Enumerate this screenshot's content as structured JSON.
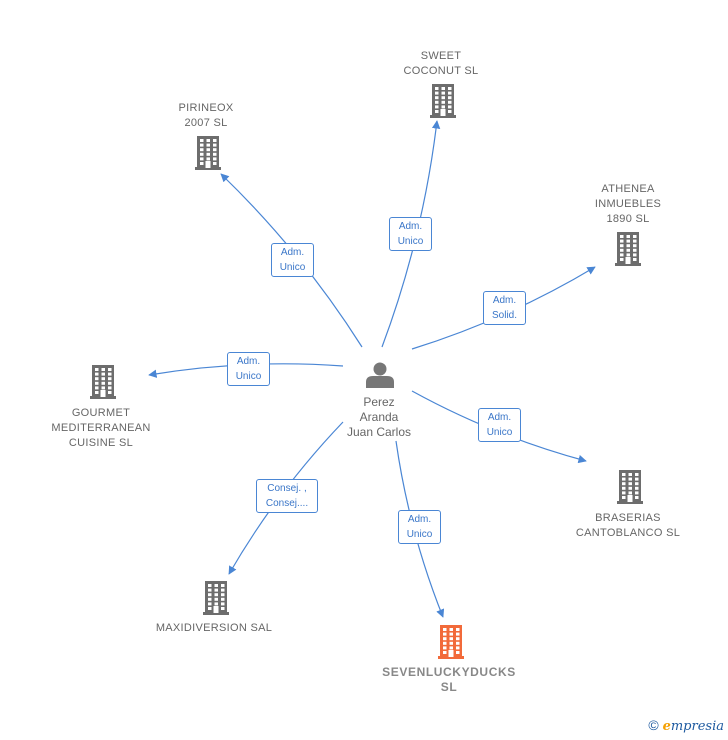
{
  "center": {
    "name": "Perez\nAranda\nJuan Carlos",
    "icon": "person-icon"
  },
  "companies": [
    {
      "id": "sweet",
      "name": "SWEET\nCOCONUT SL",
      "icon": "building-icon",
      "color": "#6d6d6d",
      "highlight": false
    },
    {
      "id": "pirineox",
      "name": "PIRINEOX\n2007 SL",
      "icon": "building-icon",
      "color": "#6d6d6d",
      "highlight": false
    },
    {
      "id": "athenea",
      "name": "ATHENEA\nINMUEBLES\n1890 SL",
      "icon": "building-icon",
      "color": "#6d6d6d",
      "highlight": false
    },
    {
      "id": "gourmet",
      "name": "GOURMET\nMEDITERRANEAN\nCUISINE  SL",
      "icon": "building-icon",
      "color": "#6d6d6d",
      "highlight": false
    },
    {
      "id": "braserias",
      "name": "BRASERIAS\nCANTOBLANCO SL",
      "icon": "building-icon",
      "color": "#6d6d6d",
      "highlight": false
    },
    {
      "id": "maxidiversion",
      "name": "MAXIDIVERSION SAL",
      "icon": "building-icon",
      "color": "#6d6d6d",
      "highlight": false
    },
    {
      "id": "sevenlucky",
      "name": "SEVENLUCKYDUCKS\nSL",
      "icon": "building-icon",
      "color": "#f26a3a",
      "highlight": true
    }
  ],
  "relations": [
    {
      "target": "sweet",
      "label": "Adm.\nUnico"
    },
    {
      "target": "pirineox",
      "label": "Adm.\nUnico"
    },
    {
      "target": "athenea",
      "label": "Adm.\nSolid."
    },
    {
      "target": "gourmet",
      "label": "Adm.\nUnico"
    },
    {
      "target": "braserias",
      "label": "Adm.\nUnico"
    },
    {
      "target": "maxidiversion",
      "label": "Consej. ,\nConsej...."
    },
    {
      "target": "sevenlucky",
      "label": "Adm.\nUnico"
    }
  ],
  "edge_color": "#4a86d4",
  "person_color": "#777777",
  "copyright": {
    "symbol": "©",
    "brand_initial": "e",
    "brand_rest": "mpresia"
  }
}
